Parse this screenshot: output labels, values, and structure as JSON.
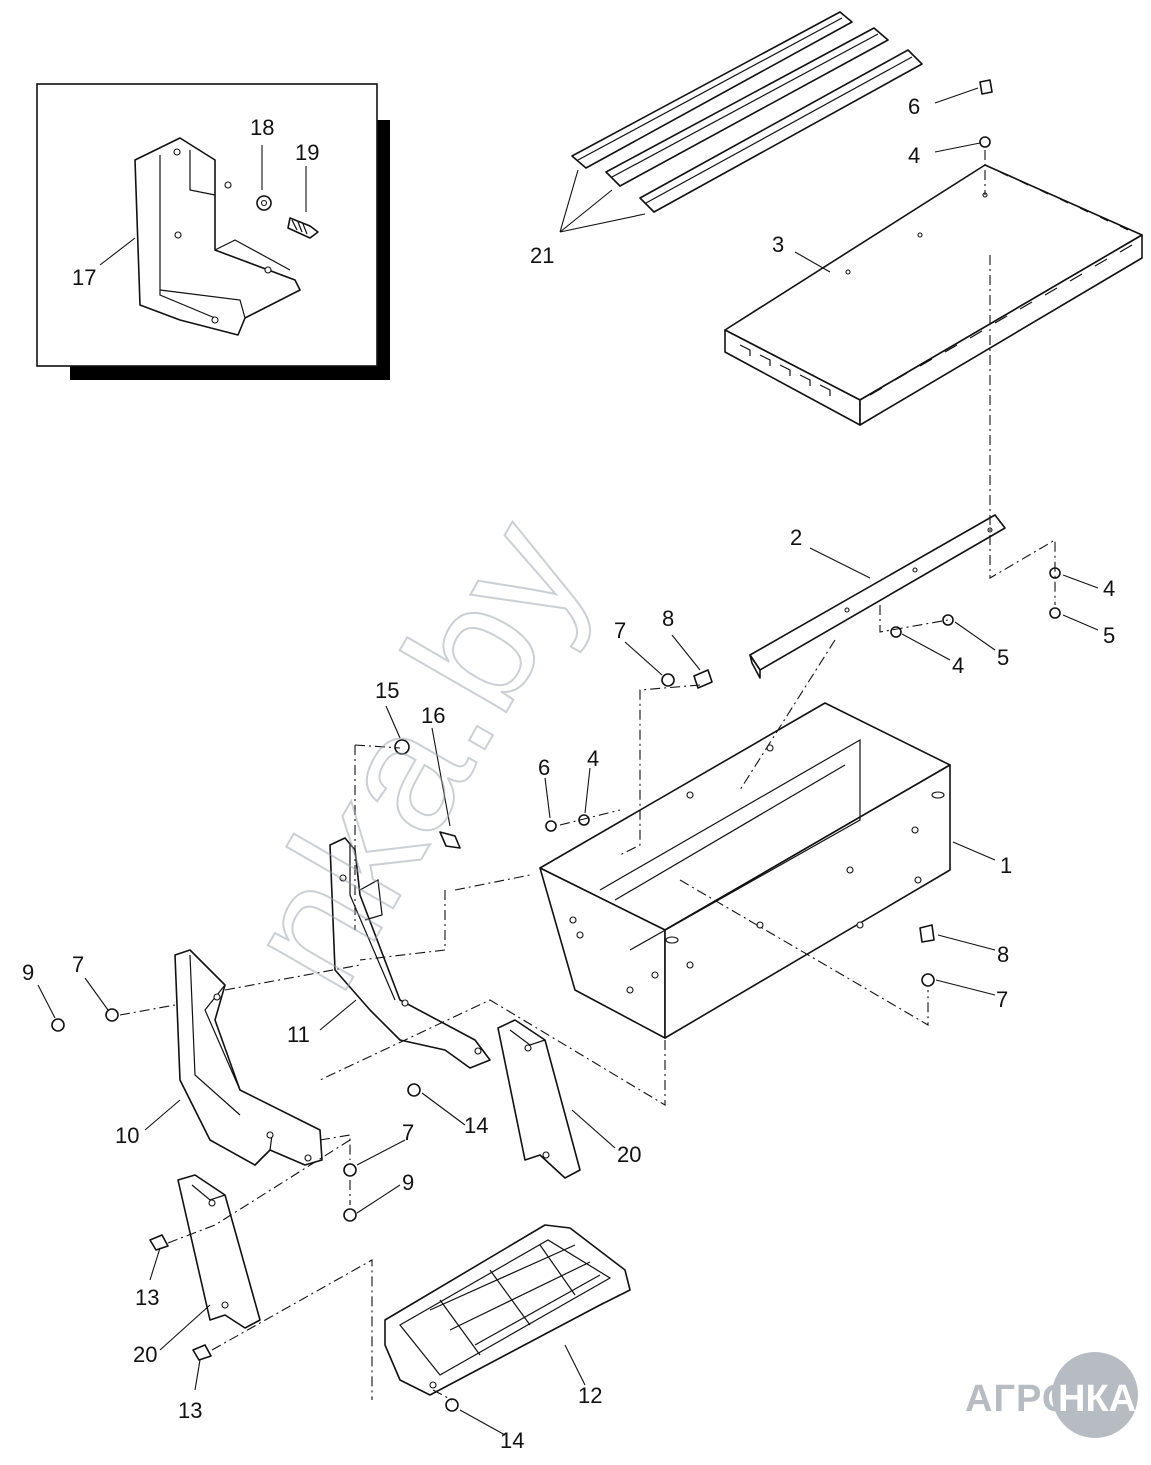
{
  "watermark": "nka.by",
  "logo": {
    "left": "АГРО",
    "right": "НКА"
  },
  "callouts": {
    "c1": "1",
    "c2": "2",
    "c3": "3",
    "c4a": "4",
    "c4b": "4",
    "c4c": "4",
    "c4d": "4",
    "c5a": "5",
    "c5b": "5",
    "c6a": "6",
    "c6b": "6",
    "c7a": "7",
    "c7b": "7",
    "c7c": "7",
    "c7d": "7",
    "c8a": "8",
    "c8b": "8",
    "c9a": "9",
    "c9b": "9",
    "c10": "10",
    "c11": "11",
    "c12": "12",
    "c13a": "13",
    "c13b": "13",
    "c14a": "14",
    "c14b": "14",
    "c15": "15",
    "c16": "16",
    "c17": "17",
    "c18": "18",
    "c19": "19",
    "c20a": "20",
    "c20b": "20",
    "c21": "21"
  }
}
